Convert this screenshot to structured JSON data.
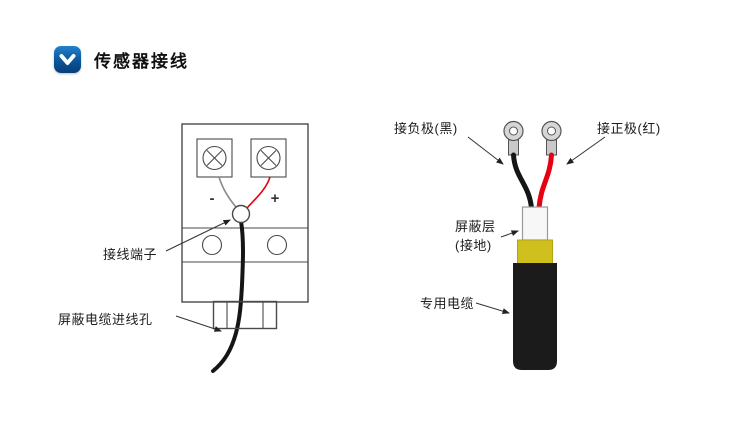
{
  "header": {
    "title": "传感器接线"
  },
  "terminal_diagram": {
    "terminal_label": "接线端子",
    "cable_entry_label": "屏蔽电缆进线孔",
    "minus_sign": "-",
    "plus_sign": "+"
  },
  "cable_diagram": {
    "negative_label": "接负极(黑)",
    "positive_label": "接正极(红)",
    "shield_label_line1": "屏蔽层",
    "shield_label_line2": "(接地)",
    "cable_label": "专用电缆"
  },
  "colors": {
    "accent_blue": "#0b549a",
    "negative_wire": "#151515",
    "positive_wire": "#e60012",
    "left_wire_gray": "#8a8a8a",
    "shield_band_yellow": "#cfc01d",
    "cable_black": "#1b1b1b"
  }
}
